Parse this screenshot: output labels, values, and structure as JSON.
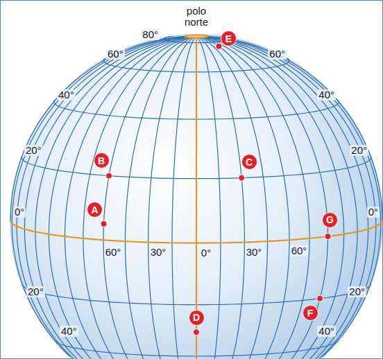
{
  "diagram": {
    "nodes": [
      {
        "text": [
          "E"
        ]
      },
      {
        "text": [
          "B"
        ]
      },
      {
        "text": [
          "C"
        ]
      },
      {
        "text": [
          "A"
        ]
      },
      {
        "text": [
          "G"
        ]
      },
      {
        "text": [
          "F"
        ]
      },
      {
        "text": [
          "D"
        ]
      }
    ],
    "labels": [
      "polo norte",
      "80°",
      "60°",
      "60°",
      "40°",
      "40°",
      "20°",
      "20°",
      "0°",
      "0°",
      "60°",
      "30°",
      "0°",
      "30°",
      "60°",
      "20°",
      "20°",
      "40°",
      "40°"
    ]
  }
}
